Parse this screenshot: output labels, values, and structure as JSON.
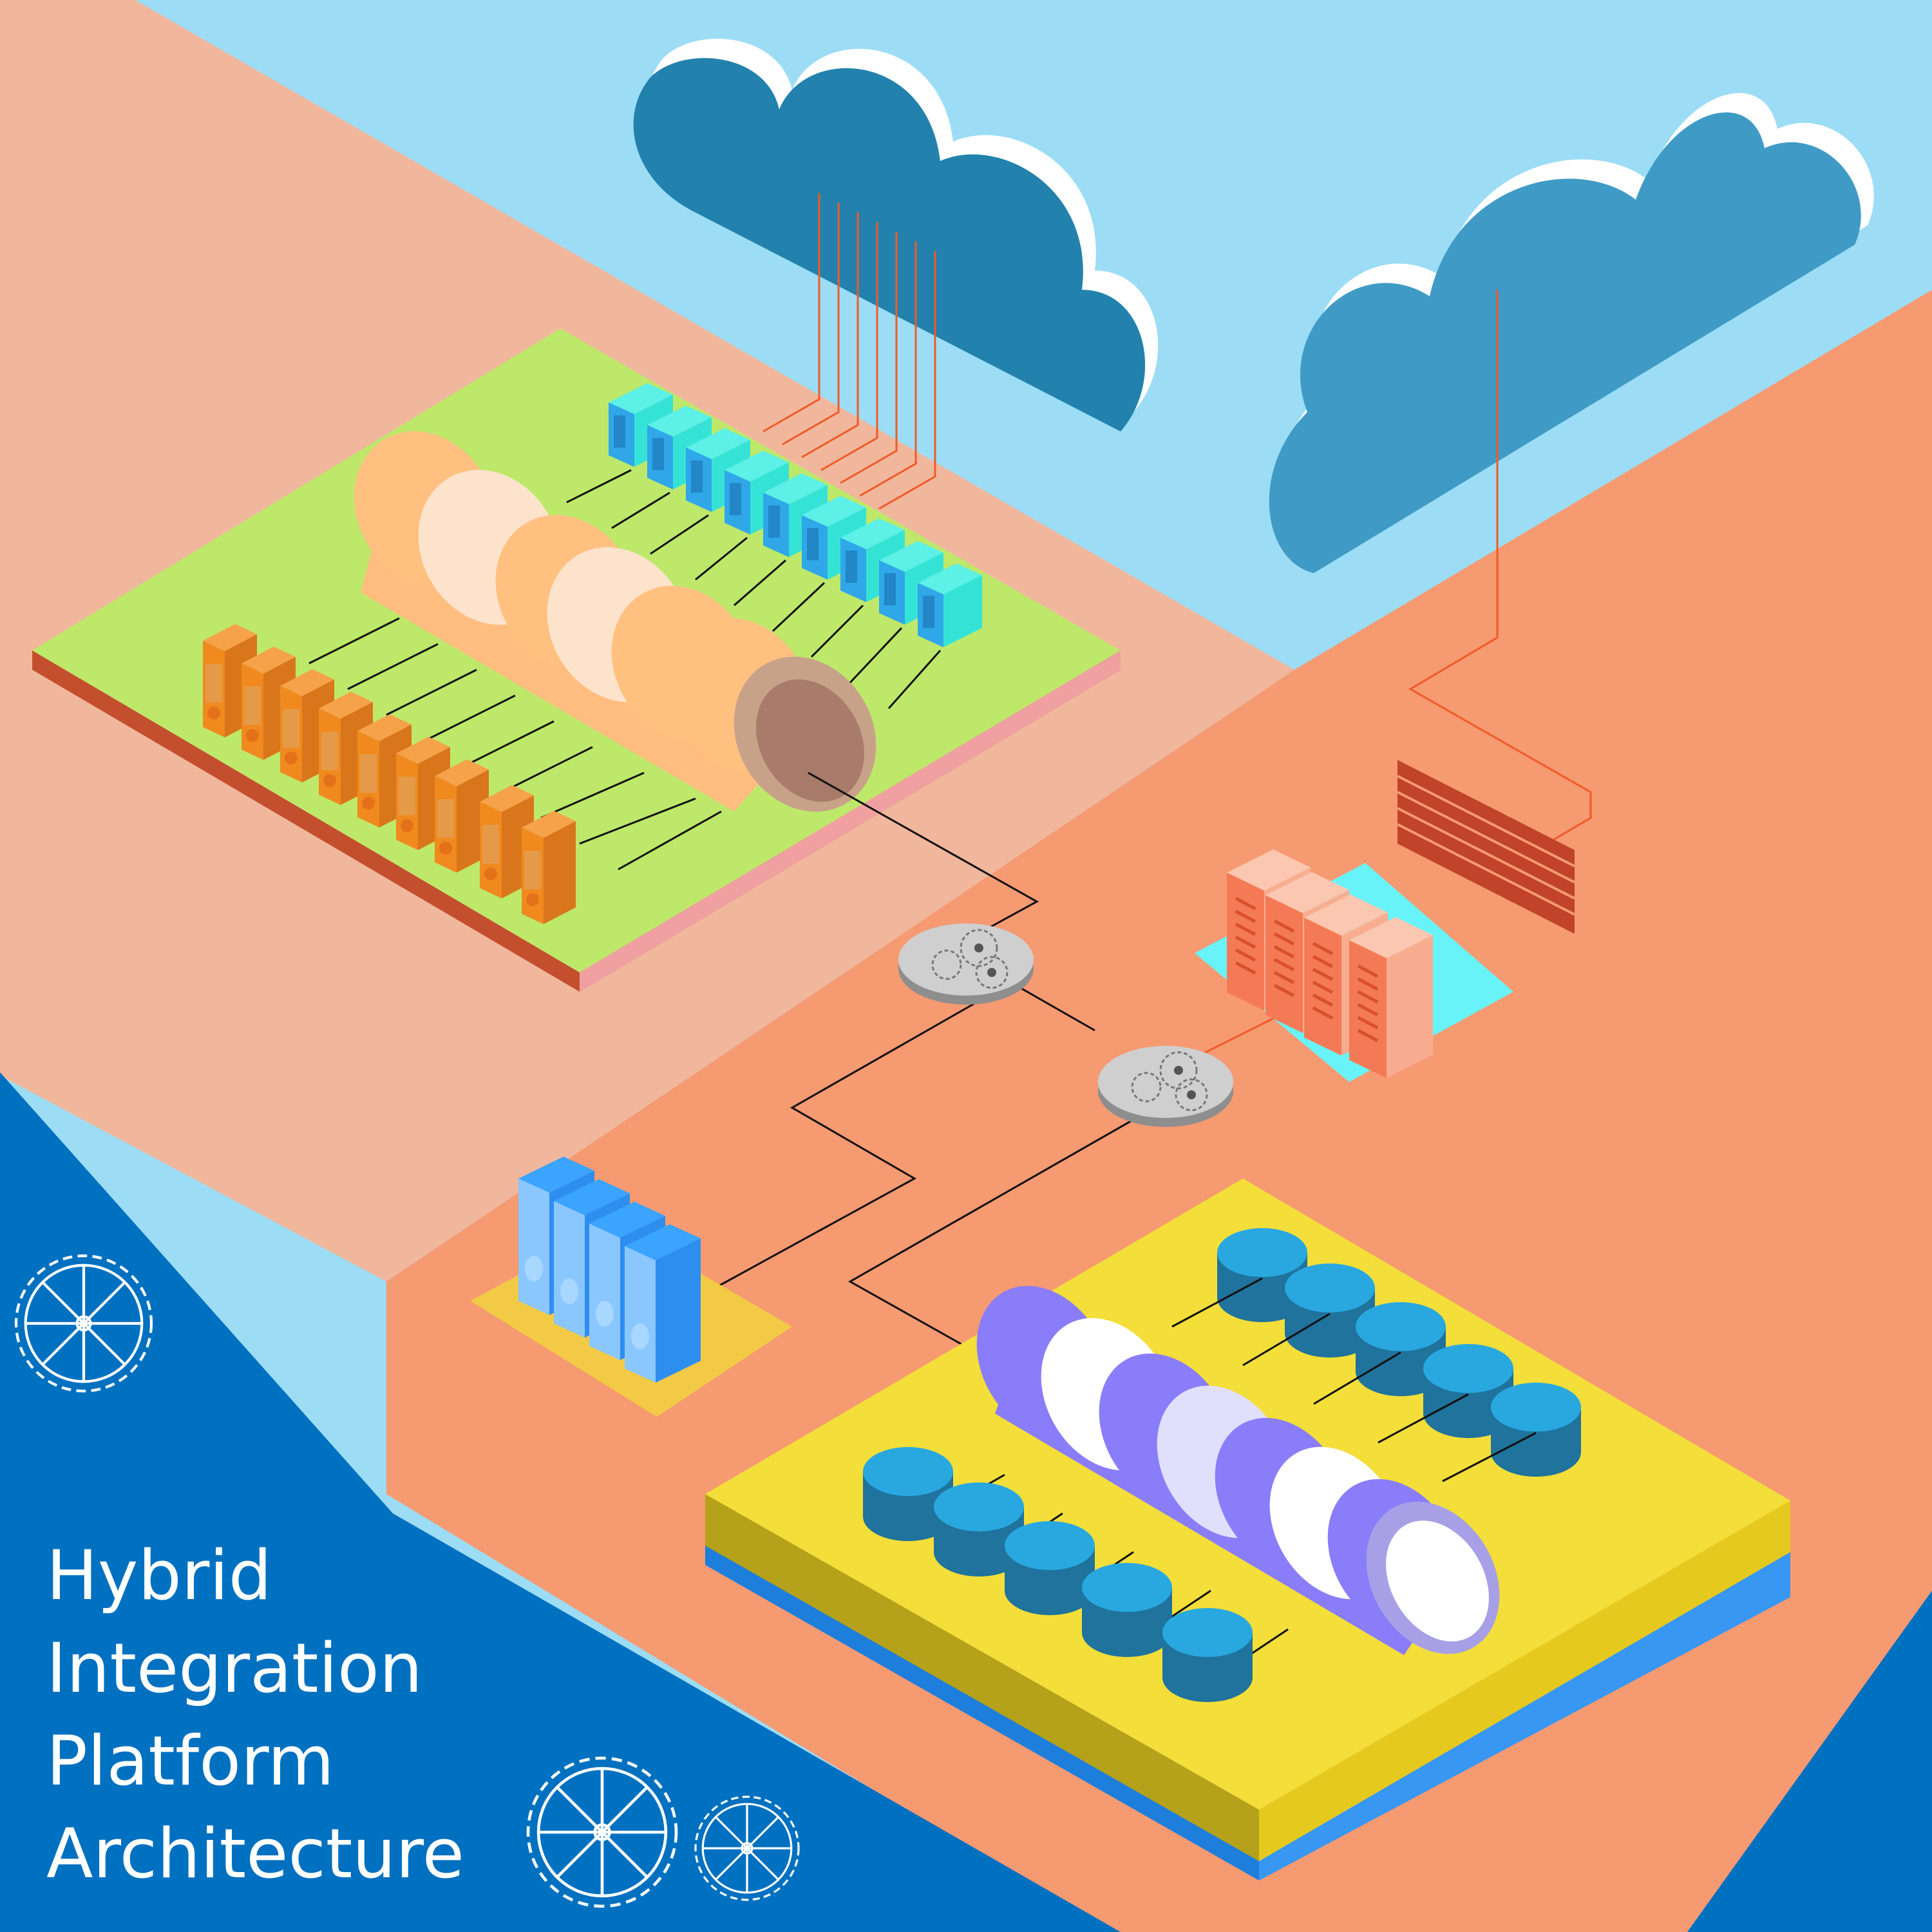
{
  "title": {
    "line1": "Hybrid",
    "line2": "Integration",
    "line3": "Platform",
    "line4": "Architecture"
  },
  "colors": {
    "sky": "#9CDDF5",
    "ground_light": "#F1B79D",
    "ground_dark": "#F69A72",
    "bottom_band": "#0070C0",
    "platform_green": "#BEE86A",
    "platform_yellow": "#F3DE3A",
    "cloud_dark": "#2282AD",
    "cloud_light": "#3F9BC6",
    "server_cyan": "#35E3D6",
    "server_orange": "#F08A1E",
    "server_blue": "#2D8EF0",
    "server_peach": "#F8AD91",
    "database_blue": "#29A8E0",
    "pipe_orange": "#FFBE80",
    "pipe_purple": "#8A7DFA",
    "firewall_brick": "#C0432A",
    "connector_line": "#111111",
    "cloud_link_line": "#F05A28"
  },
  "icons": [
    "cloud-icon",
    "server-rack-icon",
    "database-icon",
    "integration-pipe-icon",
    "gear-icon",
    "firewall-icon"
  ]
}
